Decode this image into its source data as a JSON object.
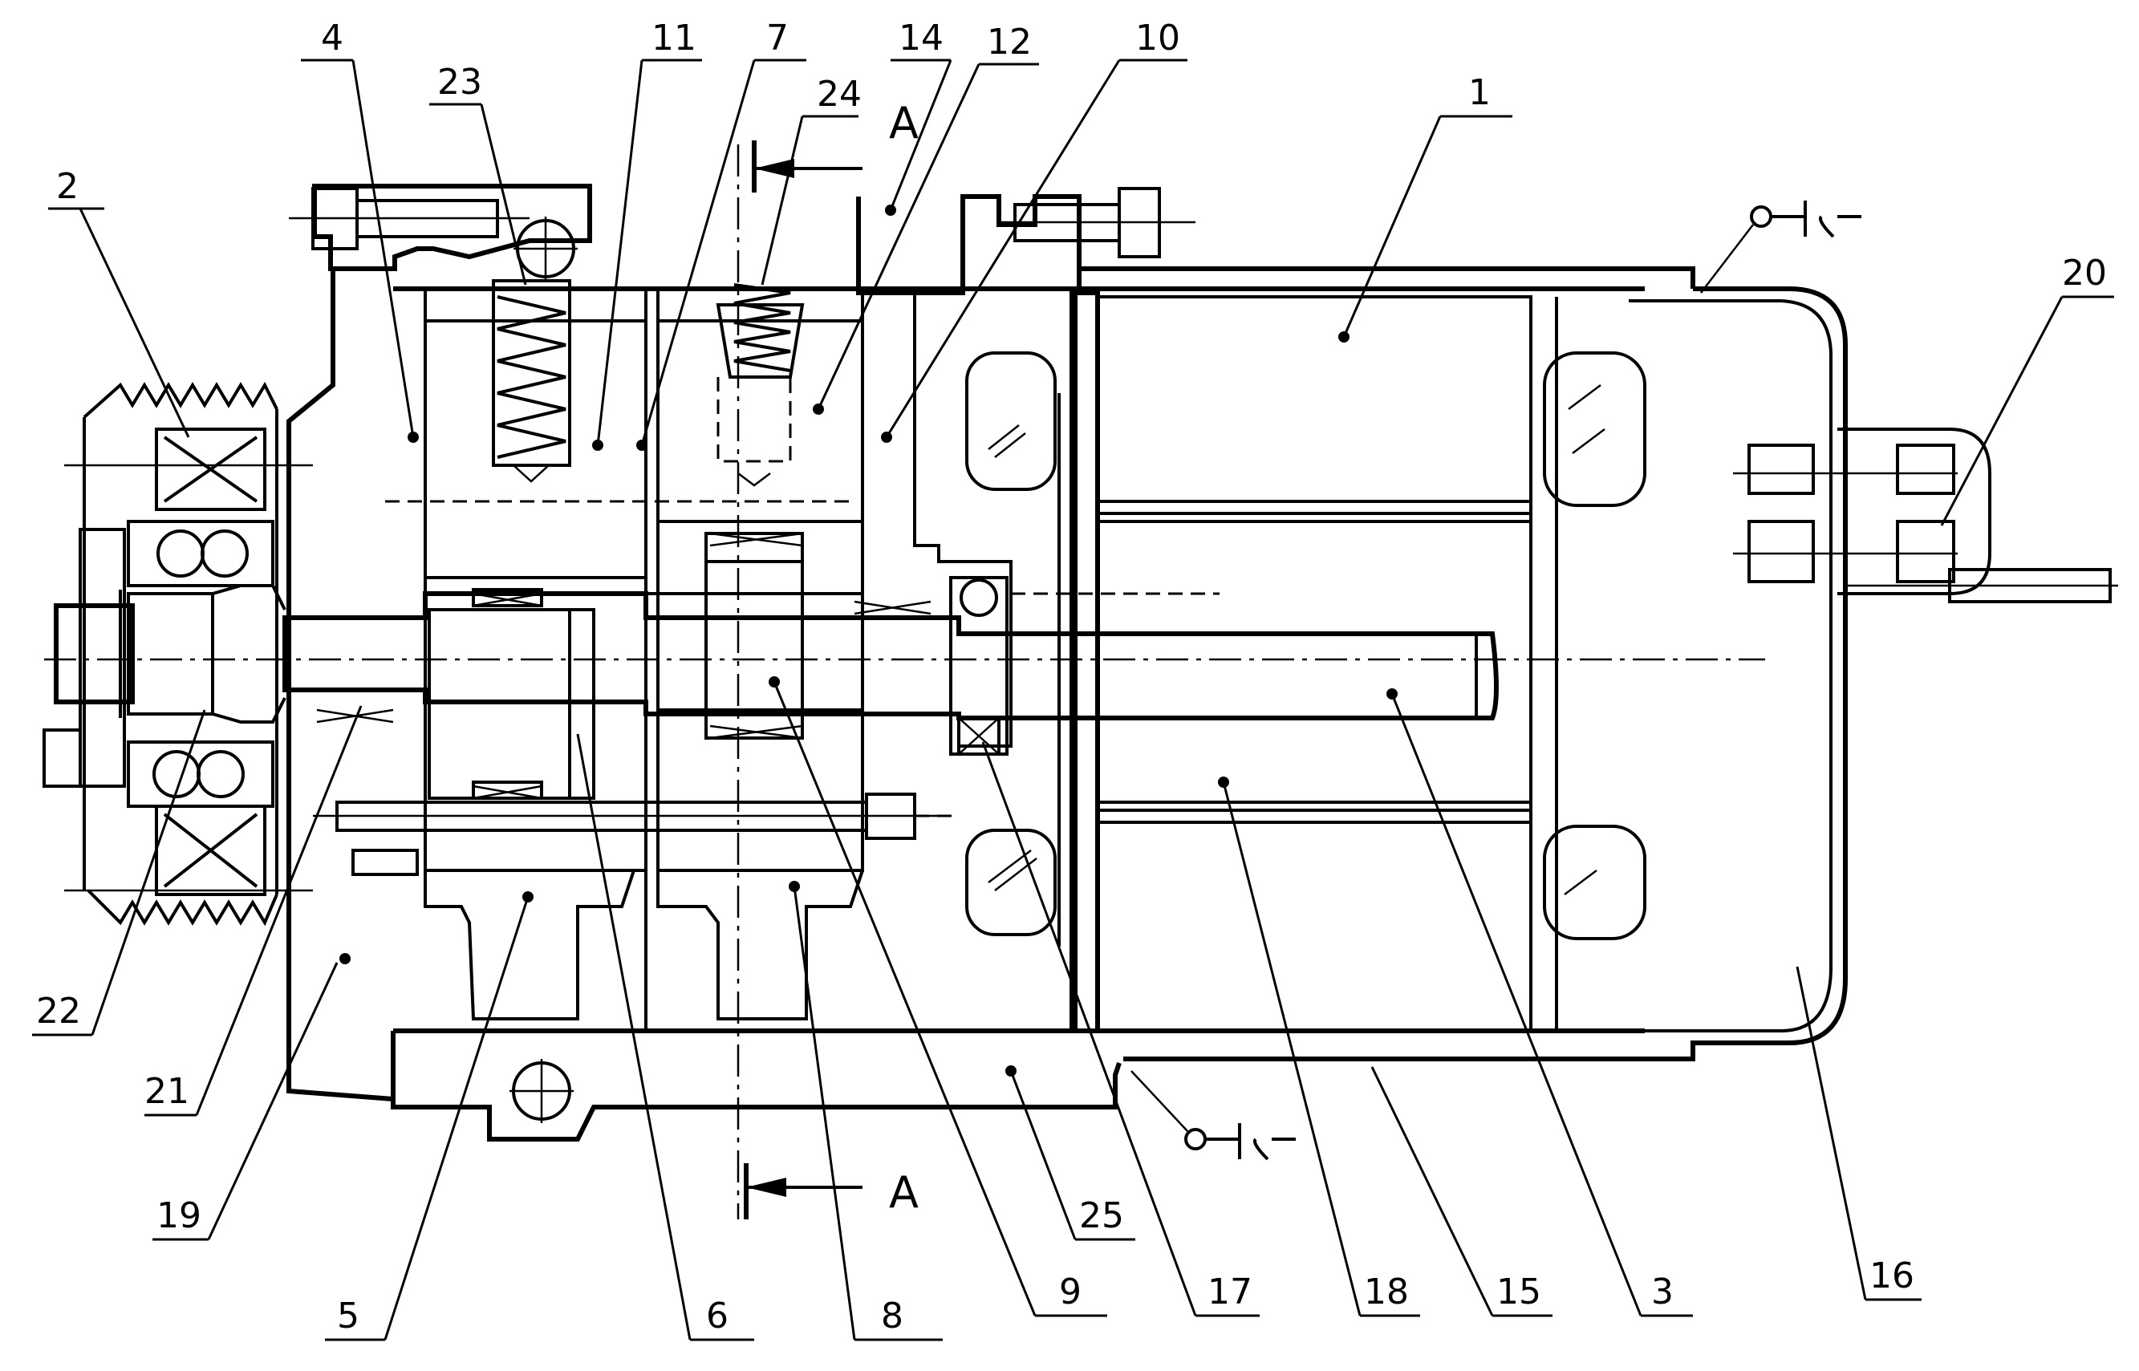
{
  "section_mark": "A",
  "callouts": [
    "1",
    "2",
    "3",
    "4",
    "5",
    "6",
    "7",
    "8",
    "9",
    "10",
    "11",
    "12",
    "14",
    "15",
    "16",
    "17",
    "18",
    "19",
    "20",
    "21",
    "22",
    "23",
    "24",
    "25"
  ]
}
